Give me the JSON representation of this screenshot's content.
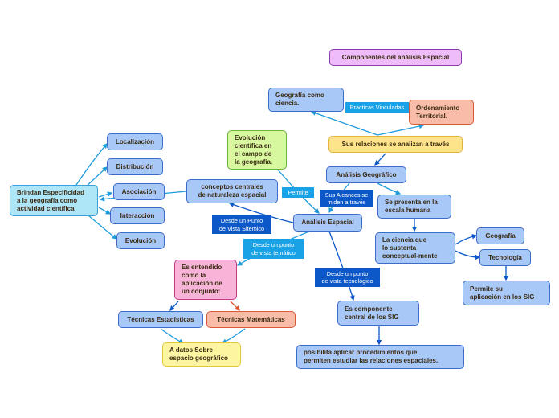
{
  "title": "Componentes del análisis Espacial",
  "nodes": {
    "geografia_ciencia": "Geografía como\nciencia.",
    "ordenamiento": "Ordenamiento\nTerritorial.",
    "relaciones": "Sus relaciones se analizan a través",
    "analisis_geografico": "Análisis Geográfico",
    "se_presenta": "Se presenta en la\nescala humana",
    "evolucion_cientifica": "Evolución\ncientífica en\nel campo de\nla geografía.",
    "conceptos": "conceptos centrales\nde naturaleza espacial",
    "analisis_espacial": "Análisis Espacial",
    "brindan": "Brindan Especificidad\na la geografía como\nactividad científica",
    "localizacion": "Localización",
    "distribucion": "Distribución",
    "asociacion": "Asociación",
    "interaccion": "Interacción",
    "evolucion": "Evolución",
    "ciencia_sustenta": "La ciencia que\nlo sustenta\nconceptual-mente",
    "geografia": "Geografía",
    "tecnologia": "Tecnología",
    "permite_sig": "Permite su\naplicación en los SIG",
    "entendido": "Es entendido\ncomo la\naplicación de\nun conjunto:",
    "tecnicas_estadisticas": "Técnicas Estadísticas",
    "tecnicas_matematicas": "Técnicas Matemáticas",
    "datos_sobre": "A datos Sobre\nespacio geográfico",
    "componente_sig": "Es componente\ncentral de los SIG",
    "posibilita": "posibilita aplicar procedimientos que\npermiten estudiar las relaciones espaciales."
  },
  "labels": {
    "practicas": "Practicas Vinculadas",
    "sus_alcances": "Sus Alcances se\nmiden a través",
    "permite": "Permite",
    "desde_sitemico": "Desde un Punto\nde Vista Sitemico",
    "desde_tematico": "Desde un punto\nde vista temático",
    "desde_tecnologico": "Desde un punto\nde vista tecnológico"
  },
  "colors": {
    "link": "#1f9bdc",
    "link_dark": "#0c58c8",
    "link_red": "#e0502a"
  }
}
